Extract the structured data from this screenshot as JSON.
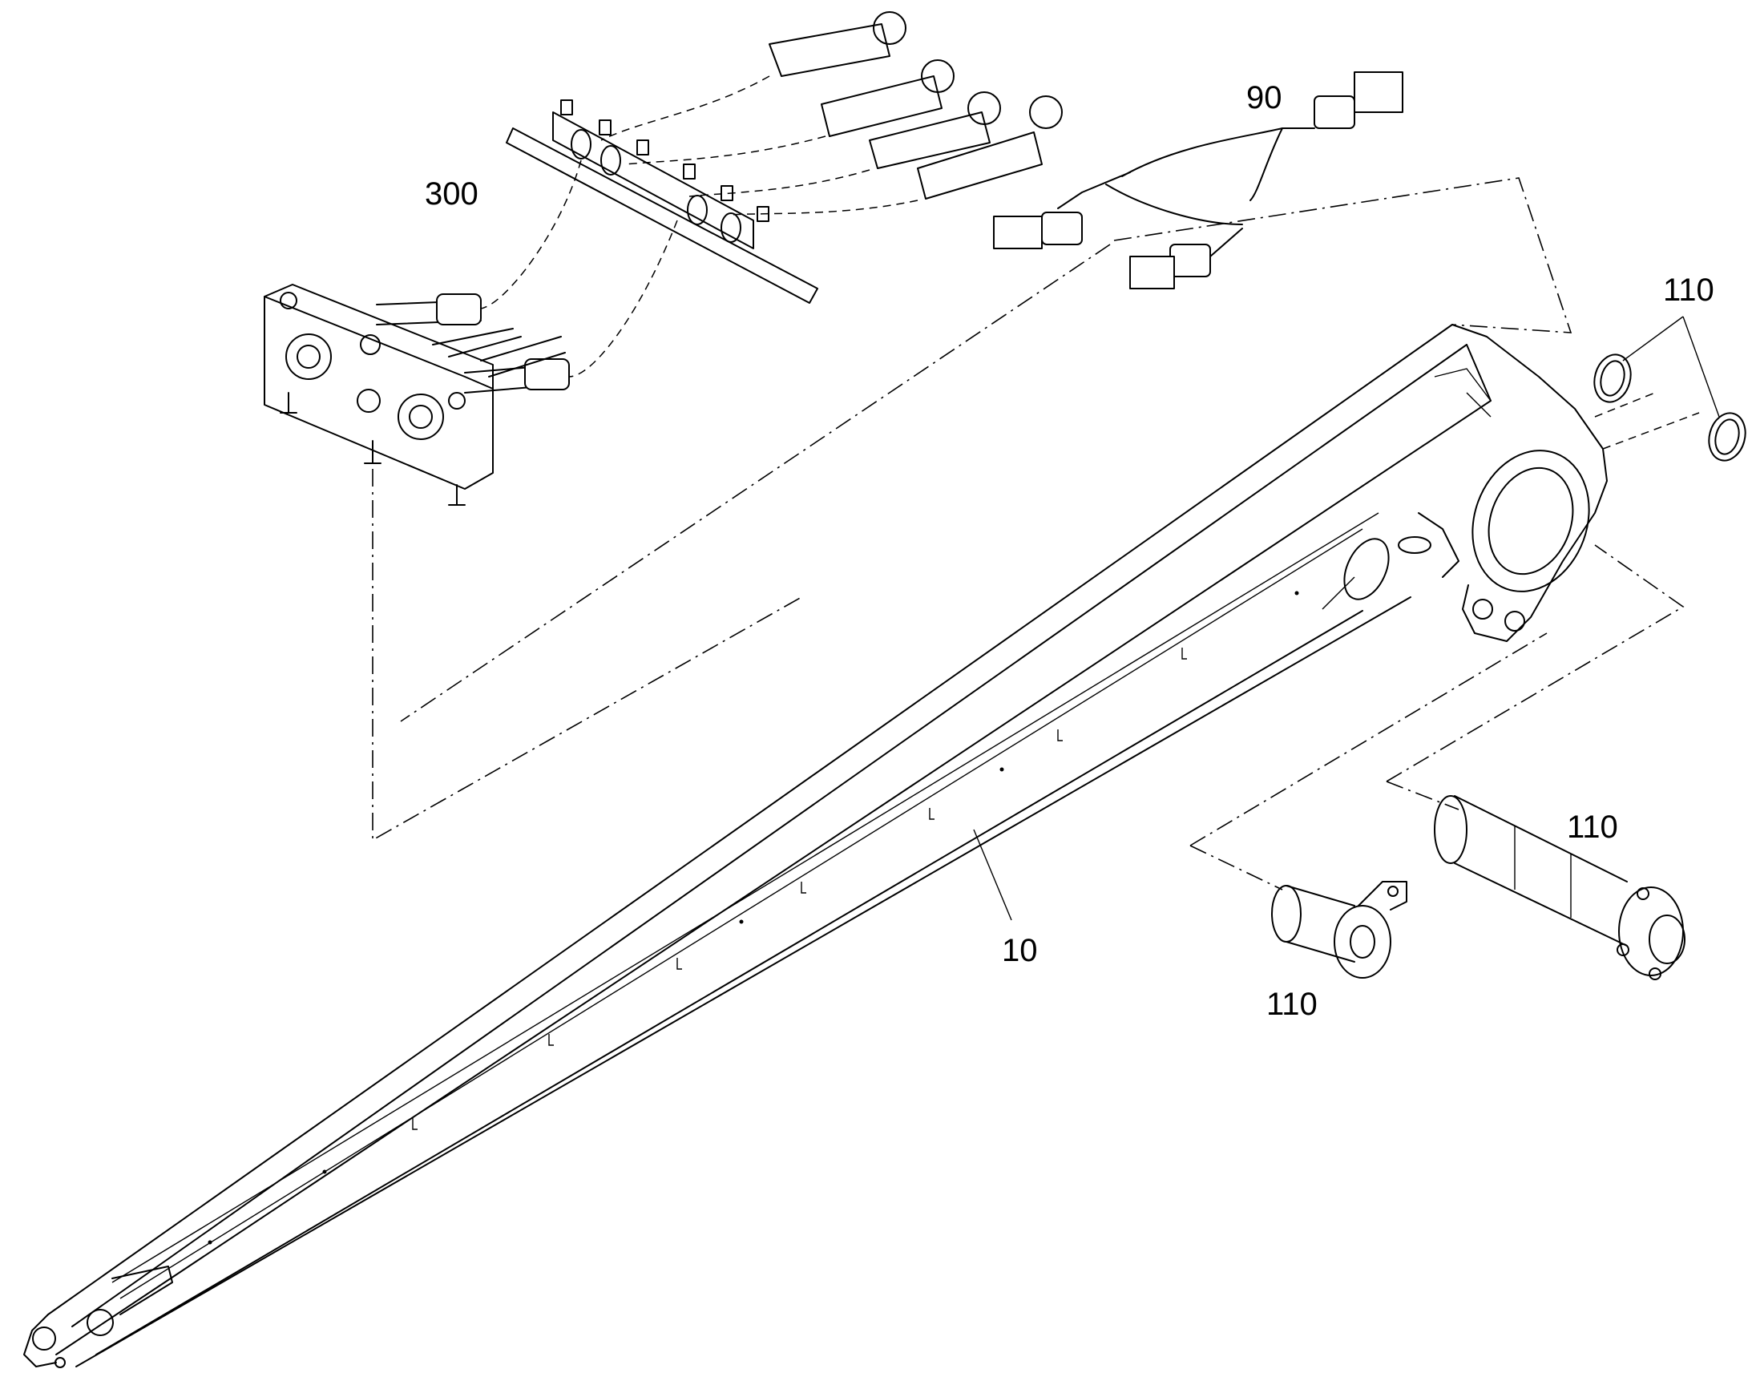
{
  "callouts": {
    "hose_block_assembly": "300",
    "cable_harness": "90",
    "boom": "10",
    "seal_rings": "110",
    "pin_with_plate": "110",
    "long_pin": "110"
  }
}
